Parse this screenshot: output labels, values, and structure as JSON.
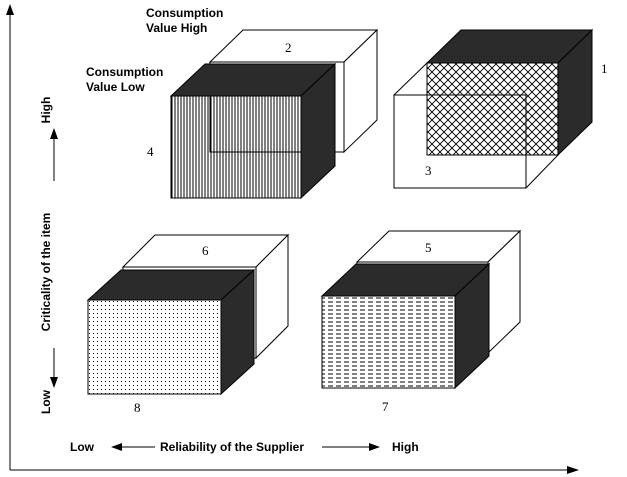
{
  "axes": {
    "x_low": "Low",
    "x_title": "Reliability of the Supplier",
    "x_high": "High",
    "y_high": "High",
    "y_title": "Criticality of the item",
    "y_low": "Low"
  },
  "legend": {
    "high_line1": "Consumption",
    "high_line2": "Value High",
    "low_line1": "Consumption",
    "low_line2": "Value Low"
  },
  "cubes": {
    "c1": "1",
    "c2": "2",
    "c3": "3",
    "c4": "4",
    "c5": "5",
    "c6": "6",
    "c7": "7",
    "c8": "8"
  },
  "colors": {
    "dark_face": "#2b2b2b",
    "line": "#000000",
    "background": "#ffffff"
  }
}
